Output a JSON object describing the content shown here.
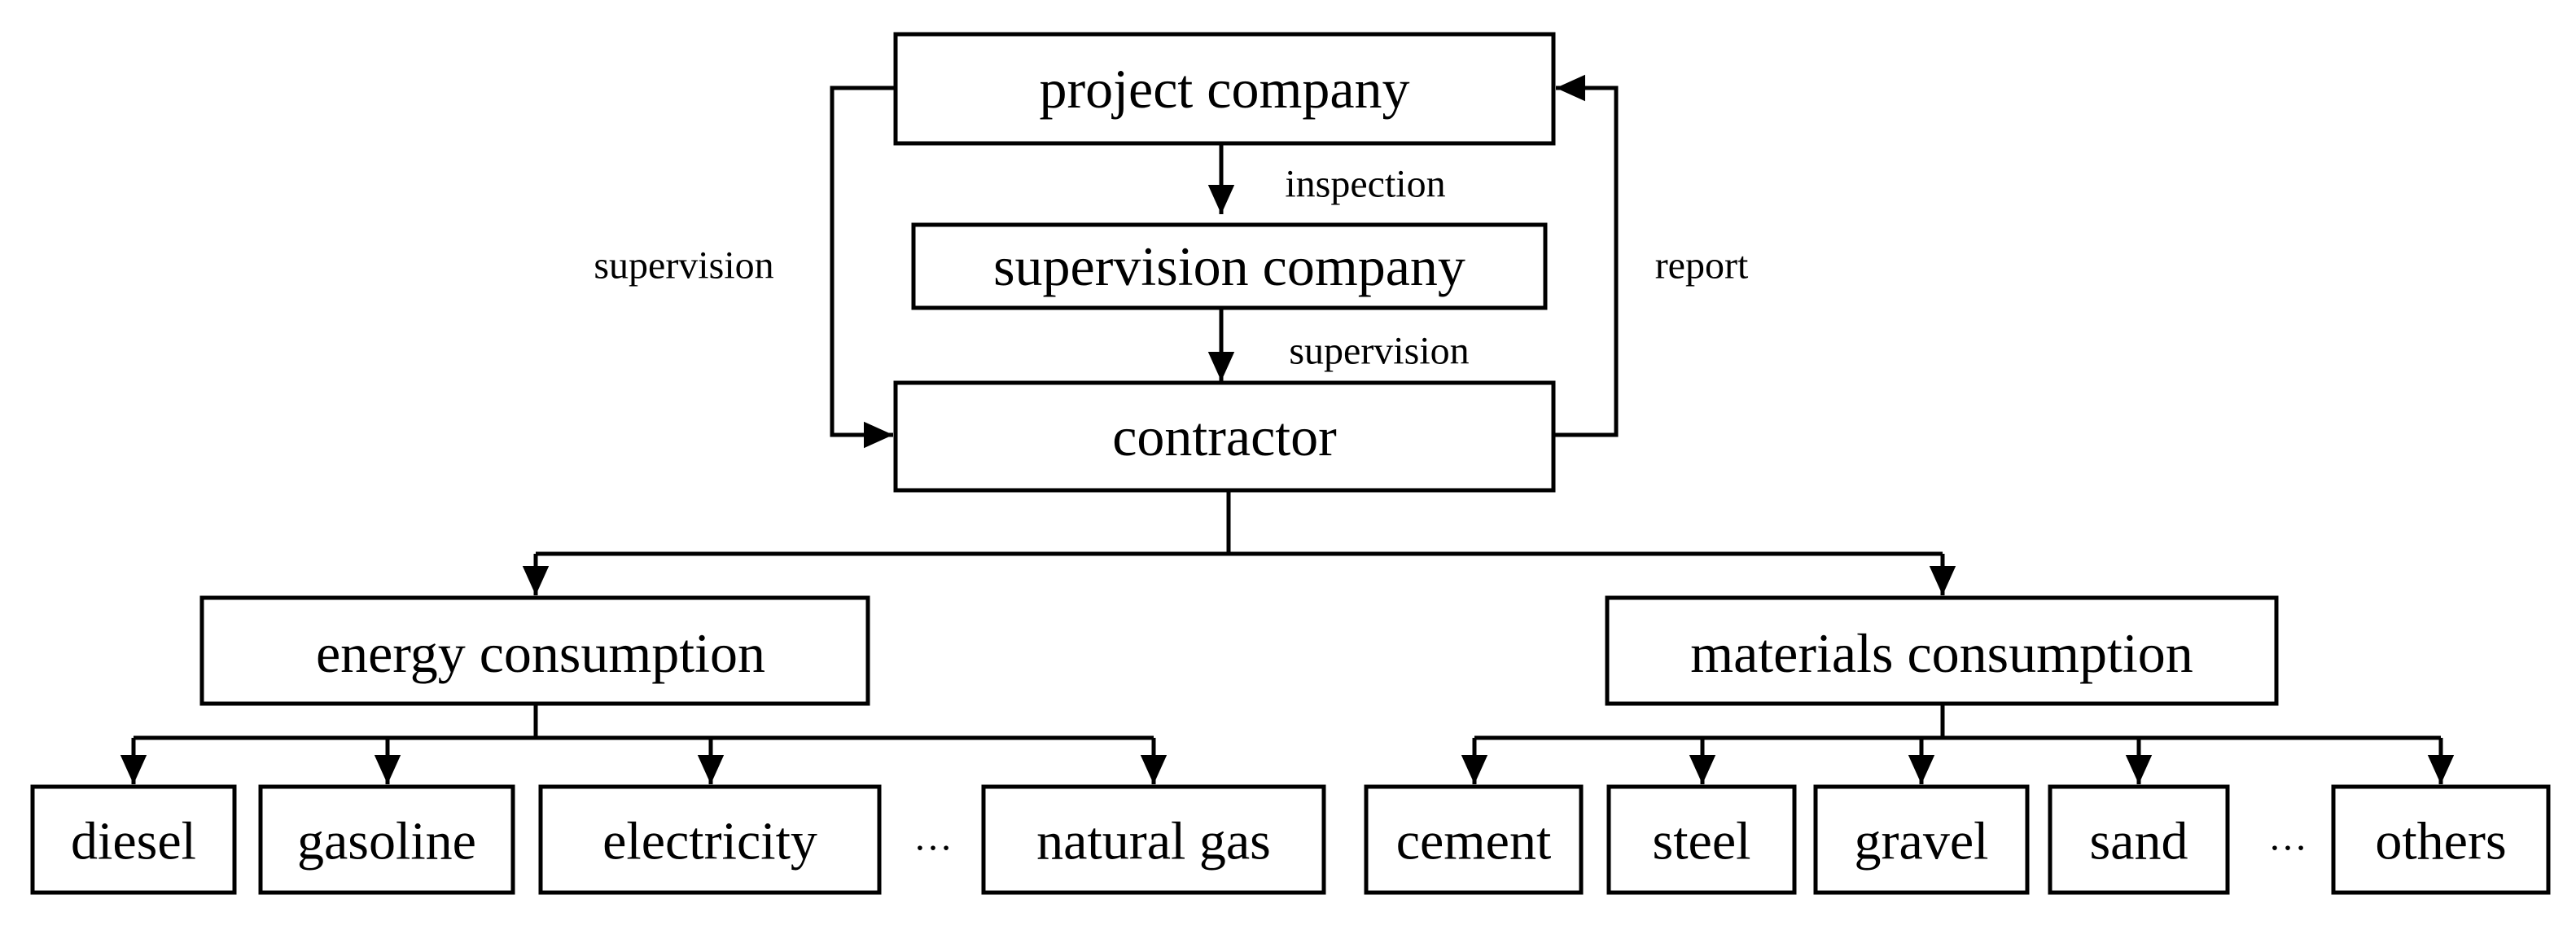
{
  "boxes": {
    "project_company": "project company",
    "supervision_company": "supervision company",
    "contractor": "contractor",
    "energy_consumption": "energy consumption",
    "materials_consumption": "materials consumption",
    "diesel": "diesel",
    "gasoline": "gasoline",
    "electricity": "electricity",
    "natural_gas": "natural gas",
    "cement": "cement",
    "steel": "steel",
    "gravel": "gravel",
    "sand": "sand",
    "others": "others"
  },
  "edge_labels": {
    "inspection": "inspection",
    "supervision_direct": "supervision",
    "supervision_mid": "supervision",
    "report": "report"
  },
  "ellipsis": {
    "energy": "…",
    "materials": "…"
  }
}
